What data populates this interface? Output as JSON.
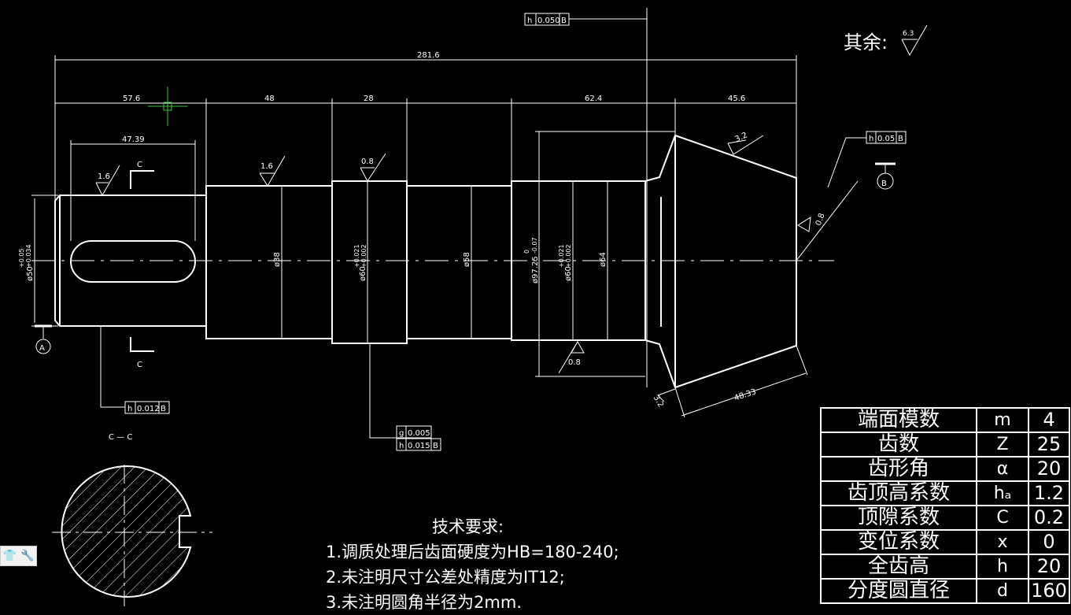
{
  "dimensions": {
    "overall": "281.6",
    "seg1": "57.6",
    "seg2": "48",
    "seg3": "28",
    "seg4": "62.4",
    "seg5": "45.6",
    "keyway": "47.39",
    "cone": "48.33"
  },
  "diameters": {
    "d1": "ø50",
    "d1_tol": "+0.05",
    "d1_tol2": "+0.034",
    "d2": "ø38",
    "d3": "ø60",
    "d3_tol": "+0.021",
    "d3_tol2": "+0.002",
    "d4": "ø58",
    "d5": "ø97.25",
    "d5_tol": "0",
    "d5_tol2": "-0.07",
    "d6": "ø60",
    "d6_tol": "+0.021",
    "d6_tol2": "+0.002",
    "d7": "ø64"
  },
  "roughness": {
    "rest_label": "其余:",
    "rest_value": "6.3",
    "r1": "1.6",
    "r2": "1.6",
    "r3": "0.8",
    "r4": "0.8",
    "r5": "3.2",
    "r6": "3.2",
    "r7": "0.8"
  },
  "tolerance_frames": {
    "top_sym": "h",
    "top_val": "0.050",
    "top_ref": "B",
    "cone_sym": "h",
    "cone_val": "0.05",
    "cone_ref": "B",
    "left_sym": "h",
    "left_val": "0.012",
    "left_ref": "B",
    "mid_sym1": "g",
    "mid_val1": "0.005",
    "mid_sym2": "h",
    "mid_val2": "0.015",
    "mid_ref2": "B"
  },
  "datums": {
    "a": "A",
    "b": "B"
  },
  "section": {
    "marker": "C",
    "title": "C — C"
  },
  "parameters": [
    {
      "name": "端面模数",
      "symbol": "m",
      "value": "4"
    },
    {
      "name": "齿数",
      "symbol": "Z",
      "value": "25"
    },
    {
      "name": "齿形角",
      "symbol": "α",
      "value": "20"
    },
    {
      "name": "齿顶高系数",
      "symbol": "hₐ",
      "value": "1.2"
    },
    {
      "name": "顶隙系数",
      "symbol": "C",
      "value": "0.2"
    },
    {
      "name": "变位系数",
      "symbol": "x",
      "value": "0"
    },
    {
      "name": "全齿高",
      "symbol": "h",
      "value": "20"
    },
    {
      "name": "分度圆直径",
      "symbol": "d",
      "value": "160"
    }
  ],
  "tech_requirements": {
    "title": "技术要求:",
    "items": [
      "1.调质处理后齿面硬度为HB=180-240;",
      "2.未注明尺寸公差处精度为IT12;",
      "3.未注明圆角半径为2mm."
    ]
  },
  "colors": {
    "background": "#000000",
    "lines": "#ffffff",
    "cursor": "#3fbf3f"
  },
  "toolbar_icons": [
    "shirt-icon",
    "wrench-icon"
  ]
}
